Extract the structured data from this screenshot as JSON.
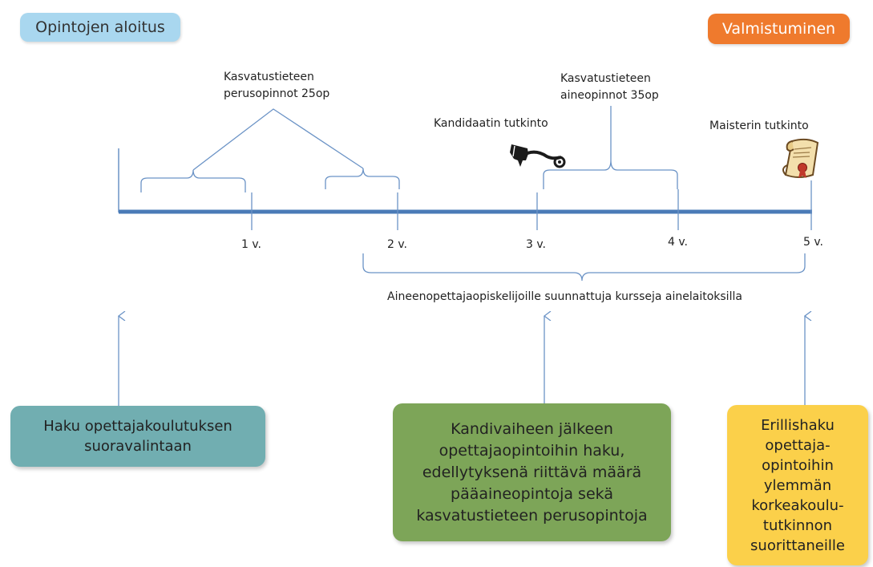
{
  "header": {
    "start_label": "Opintojen aloitus",
    "end_label": "Valmistuminen"
  },
  "labels": {
    "basic_studies": [
      "Kasvatustieteen",
      "perusopinnot 25op"
    ],
    "intermediate_studies": [
      "Kasvatustieteen",
      "aineopinnot 35op"
    ],
    "bachelor": "Kandidaatin tutkinto",
    "master": "Maisterin tutkinto",
    "subject_courses": "Aineenopettajaopiskelijoille suunnattuja kursseja ainelaitoksilla"
  },
  "timeline": {
    "ticks": [
      "1 v.",
      "2 v.",
      "3 v.",
      "4 v.",
      "5 v."
    ]
  },
  "boxes": {
    "direct_selection": [
      "Haku opettajakoulutuksen",
      "suoravalintaan"
    ],
    "after_bachelor": [
      "Kandivaiheen jälkeen",
      "opettajaopintoihin haku,",
      "edellytyksenä riittävä määrä",
      "pääaineopintoja sekä",
      "kasvatustieteen perusopintoja"
    ],
    "separate_application": [
      "Erillishaku",
      "opettaja-",
      "opintoihin",
      "ylemmän",
      "korkeakoulu-",
      "tutkinnon",
      "suorittaneille"
    ]
  },
  "colors": {
    "timeline": "#4a7bb7",
    "bracket": "#6b93c6",
    "start_badge": "#a9d7ef",
    "end_badge": "#ef7a2d",
    "teal_box": "#71aeb1",
    "green_box": "#7da558",
    "yellow_box": "#fbd04a"
  },
  "icons": [
    "diploma-scroll-icon",
    "certificate-scroll-icon"
  ]
}
